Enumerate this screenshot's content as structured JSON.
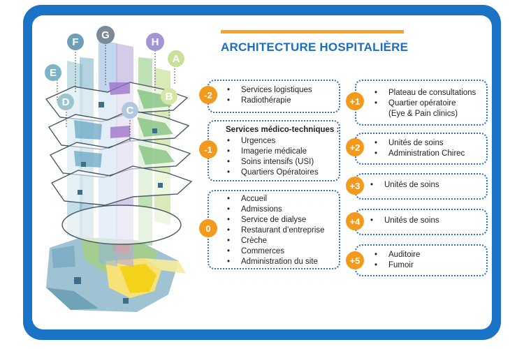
{
  "title": "ARCHITECTURE HOSPITALIÈRE",
  "tower_labels": [
    "E",
    "F",
    "G",
    "H",
    "A",
    "D",
    "C",
    "B"
  ],
  "levels": {
    "m2": {
      "badge": "-2",
      "items": [
        "Services logistiques",
        "Radiothérapie"
      ]
    },
    "m1": {
      "badge": "-1",
      "heading": "Services médico-techniques :",
      "items": [
        "Urgences",
        "Imagerie médicale",
        "Soins intensifs (USI)",
        "Quartiers Opératoires"
      ]
    },
    "l0": {
      "badge": "0",
      "items": [
        "Accueil",
        "Admissions",
        "Service de dialyse",
        "Restaurant d’entreprise",
        "Crèche",
        "Commerces",
        "Administration du site"
      ]
    },
    "p1": {
      "badge": "+1",
      "items": [
        "Plateau de consultations",
        "Quartier opératoire",
        "(Eye & Pain clinics)"
      ]
    },
    "p2": {
      "badge": "+2",
      "items": [
        "Unités de soins",
        "Administration Chirec"
      ]
    },
    "p3": {
      "badge": "+3",
      "items": [
        "Unités de soins"
      ]
    },
    "p4": {
      "badge": "+4",
      "items": [
        "Unités de soins"
      ]
    },
    "p5": {
      "badge": "+5",
      "items": [
        "Auditoire",
        "Fumoir"
      ]
    }
  },
  "colors": {
    "frame": "#1a73c6",
    "accent": "#f39a1d",
    "title": "#1a6fc0"
  }
}
